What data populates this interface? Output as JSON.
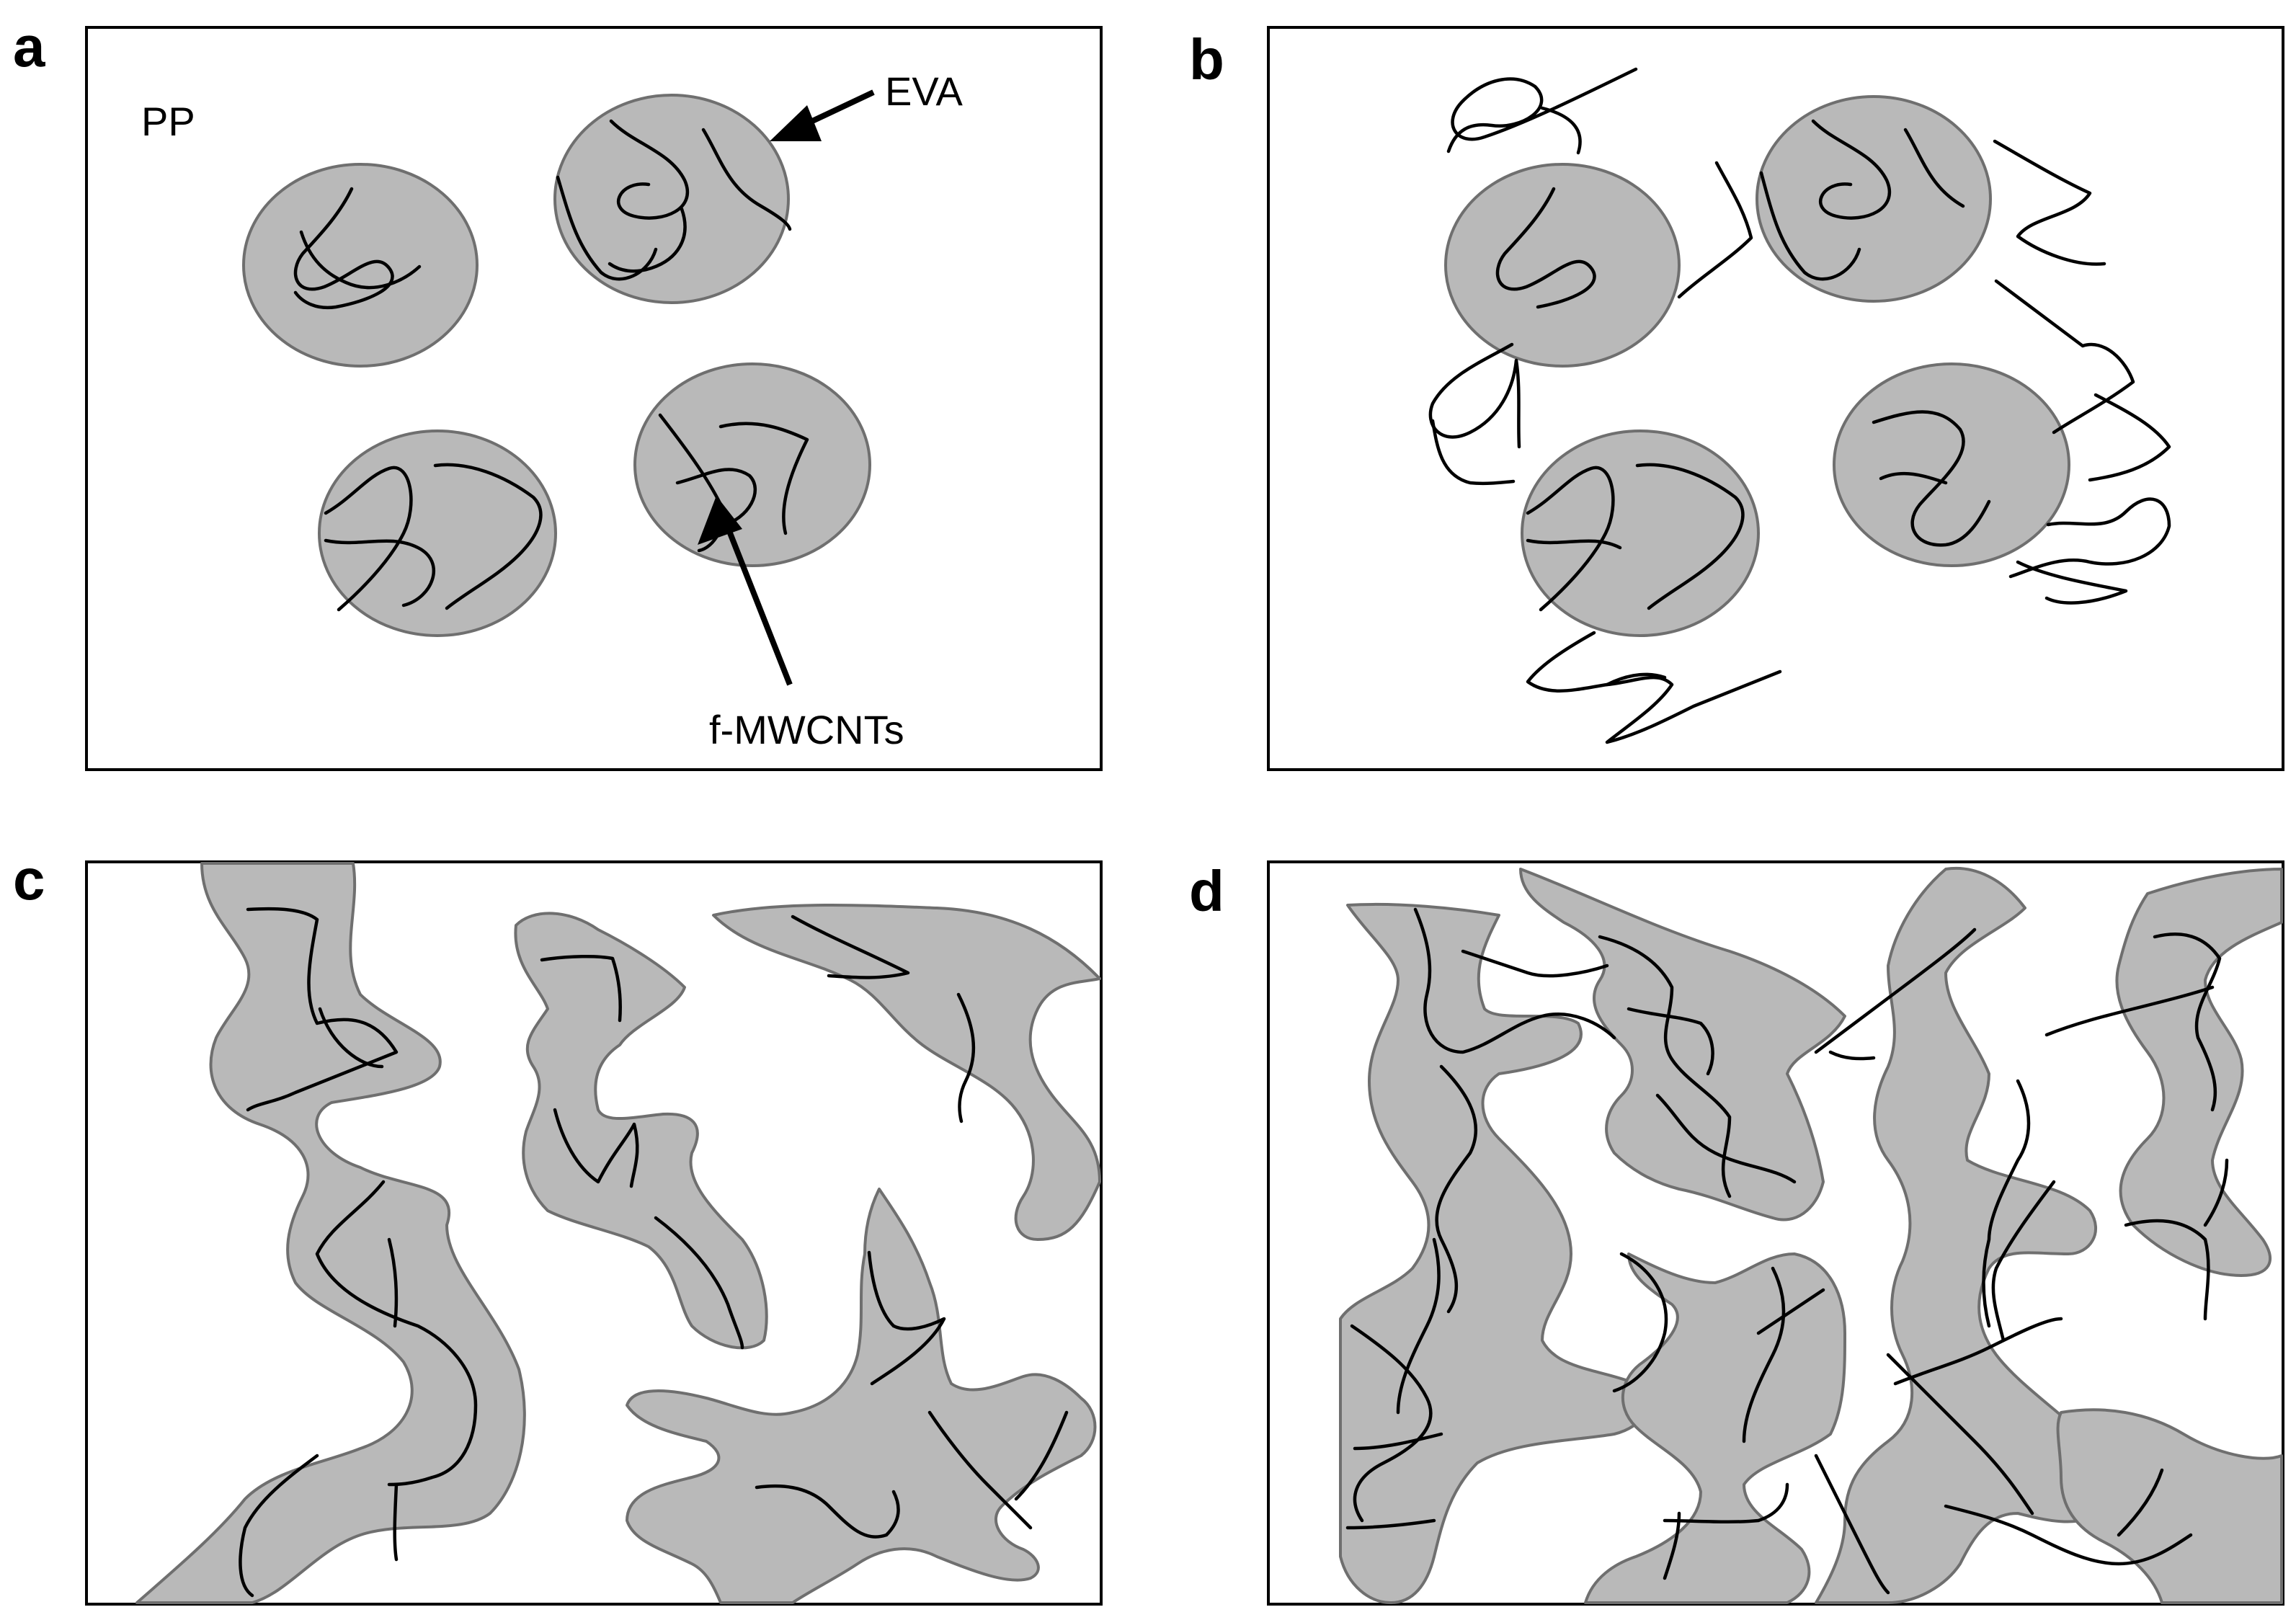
{
  "figure": {
    "panels": [
      {
        "letter": "a"
      },
      {
        "letter": "b"
      },
      {
        "letter": "c"
      },
      {
        "letter": "d"
      }
    ],
    "labels": {
      "matrix": "PP",
      "dispersed_phase": "EVA",
      "filler": "f-MWCNTs"
    },
    "colors": {
      "domain_fill": "#b9b9b9",
      "domain_stroke": "#6f6f6f",
      "nanotube": "#000000",
      "frame": "#000000",
      "background": "#ffffff"
    }
  }
}
